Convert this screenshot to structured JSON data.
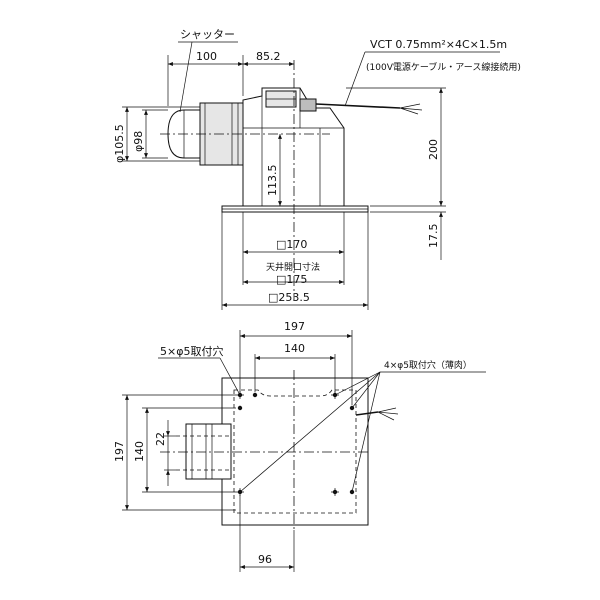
{
  "labels": {
    "shutter": "シャッター",
    "cable_spec": "VCT 0.75mm²×4C×1.5m",
    "cable_note": "(100V電源ケーブル・アース線接続用)",
    "ceiling_opening": "天井開口寸法",
    "five_holes": "5×φ5取付穴",
    "four_holes": "4×φ5取付穴（薄肉）"
  },
  "dims": {
    "d100": "100",
    "d85_2": "85.2",
    "d105_5": "φ105.5",
    "d98": "φ98",
    "d113_5": "113.5",
    "d200": "200",
    "d17_5": "17.5",
    "d170": "□170",
    "d175": "□175",
    "d253_5": "□253.5",
    "d197_top": "197",
    "d140_top": "140",
    "d197_left": "197",
    "d140_left": "140",
    "d22": "22",
    "d96": "96"
  }
}
